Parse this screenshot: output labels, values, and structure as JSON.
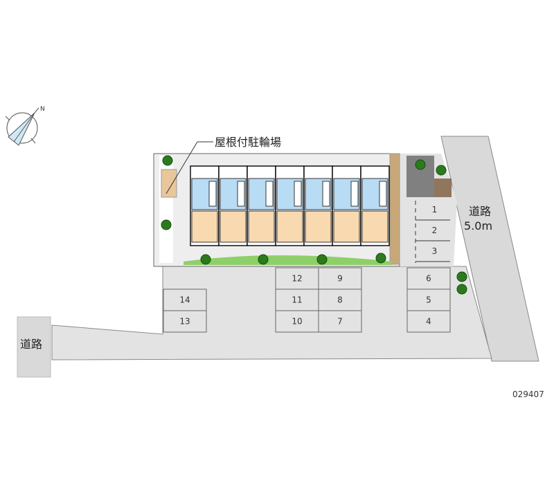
{
  "labels": {
    "bicycle_parking": "屋根付駐輪場",
    "road_right": "道路",
    "road_right_width": "5.0m",
    "road_left": "道路",
    "property_code": "029407",
    "north": "N"
  },
  "parking_spaces": [
    "1",
    "2",
    "3",
    "4",
    "5",
    "6",
    "7",
    "8",
    "9",
    "10",
    "11",
    "12",
    "13",
    "14"
  ],
  "unit_count": 7,
  "colors": {
    "road": "#d9d9d9",
    "lot": "#e6e6e6",
    "room_blue": "#b9dcf5",
    "room_peach": "#f9d9b0",
    "green": "#3a9a2a",
    "paving": "#c8a878"
  }
}
